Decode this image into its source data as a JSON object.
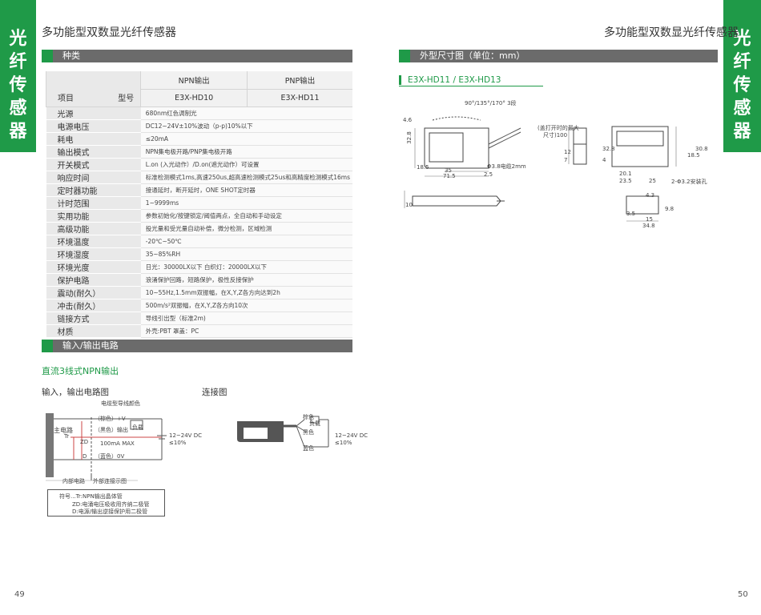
{
  "side_tab": {
    "chars": [
      "光",
      "纤",
      "传",
      "感",
      "器"
    ]
  },
  "header": {
    "title_left": "多功能型双数显光纤传感器",
    "title_right": "多功能型双数显光纤传感器"
  },
  "sections": {
    "types": "种类",
    "io_circuit": "输入/输出电路",
    "dimensions": "外型尺寸图（单位：mm）"
  },
  "spec_table": {
    "col_item": "项目",
    "col_model": "型号",
    "npn_header": "NPN输出",
    "pnp_header": "PNP输出",
    "npn_model": "E3X-HD10",
    "pnp_model": "E3X-HD11",
    "rows": [
      {
        "label": "光源",
        "value": "680nm红色调制光"
      },
      {
        "label": "电源电压",
        "value": "DC12~24V±10%波动（p-p)10%以下"
      },
      {
        "label": "耗电",
        "value": "≤20mA"
      },
      {
        "label": "输出模式",
        "value": "NPN集电极开路/PNP集电极开路"
      },
      {
        "label": "开关模式",
        "value": "L.on (入光动作）/D.on(遮光动作）可设置"
      },
      {
        "label": "响应时间",
        "value": "标准检测模式1ms,高速250us,超高速检测模式25us和高精度检测模式16ms"
      },
      {
        "label": "定时器功能",
        "value": "接通延时，断开延时，ONE SHOT定时器"
      },
      {
        "label": "计时范围",
        "value": "1~9999ms"
      },
      {
        "label": "实用功能",
        "value": "参数初始化/按键锁定/阈值两点，全自动和手动设定"
      },
      {
        "label": "高级功能",
        "value": "投光量和受光量自动补偿，微分检测，区域检测"
      },
      {
        "label": "环境温度",
        "value": "-20℃~50℃"
      },
      {
        "label": "环境湿度",
        "value": "35~85%RH"
      },
      {
        "label": "环境光度",
        "value": "日光：30000LX以下 白织灯：20000LX以下"
      },
      {
        "label": "保护电路",
        "value": "浪涌保护回路，短路保护，极性反接保护"
      },
      {
        "label": "震动(耐久）",
        "value": "10~55Hz,1.5mm双振幅，在X,Y,Z各方向达到2h"
      },
      {
        "label": "冲击(耐久）",
        "value": "500m/s²双振幅，在X,Y,Z各方向10次"
      },
      {
        "label": "链接方式",
        "value": "导线引出型（标准2m)"
      },
      {
        "label": "材质",
        "value": "外壳:PBT  罩盖：PC"
      }
    ]
  },
  "io": {
    "subtitle": "直流3线式NPN输出",
    "circuit_title": "输入，输出电路图",
    "connection_title": "连接图",
    "wire_color_label": "电缆型导线颜色",
    "brown": "（棕色）+V",
    "black": "（黑色）输出",
    "blue": "（蓝色）0V",
    "load": "负载",
    "main_circuit": "主电路",
    "tr": "Tr",
    "zd": "ZD",
    "d": "D",
    "max_current": "100mA MAX",
    "supply": "12~24V DC",
    "supply_tol": "≤10%",
    "internal": "内部电路",
    "external": "外部连接示图",
    "legend_1": "符号...Tr:NPN输出晶体管",
    "legend_2": "ZD:电涌电压吸收用齐纳二极管",
    "legend_3": "D:电源/输出逆接保护用二极管",
    "conn_brown": "棕色",
    "conn_black": "黑色",
    "conn_blue": "蓝色",
    "conn_load": "负载",
    "conn_supply": "12~24V DC",
    "conn_tol": "≤10%"
  },
  "dimensions": {
    "models": "E3X-HD11 / E3X-HD13",
    "angle": "90°/135°/170° 3段",
    "open_max": "(盖打开时的最大",
    "open_max2": "尺寸)100",
    "cable": "Φ3.8电缆2mm",
    "mount": "2-Φ3.2安装孔",
    "d4_6": "4.6",
    "d32_8": "32.8",
    "d18_5": "18.5",
    "d35": "35",
    "d71_5": "71.5",
    "d2_5": "2.5",
    "d12": "12",
    "d7": "7",
    "d10": "10",
    "d4": "4",
    "d20_1": "20.1",
    "d23_5": "23.5",
    "d25": "25",
    "d18_5b": "18.5",
    "d30_8": "30.8",
    "d32_8b": "32.8",
    "d4_3": "4.3",
    "d3_5": "3.5",
    "d15": "15",
    "d34_8": "34.8",
    "d9_8": "9.8"
  },
  "pages": {
    "left": "49",
    "right": "50"
  }
}
